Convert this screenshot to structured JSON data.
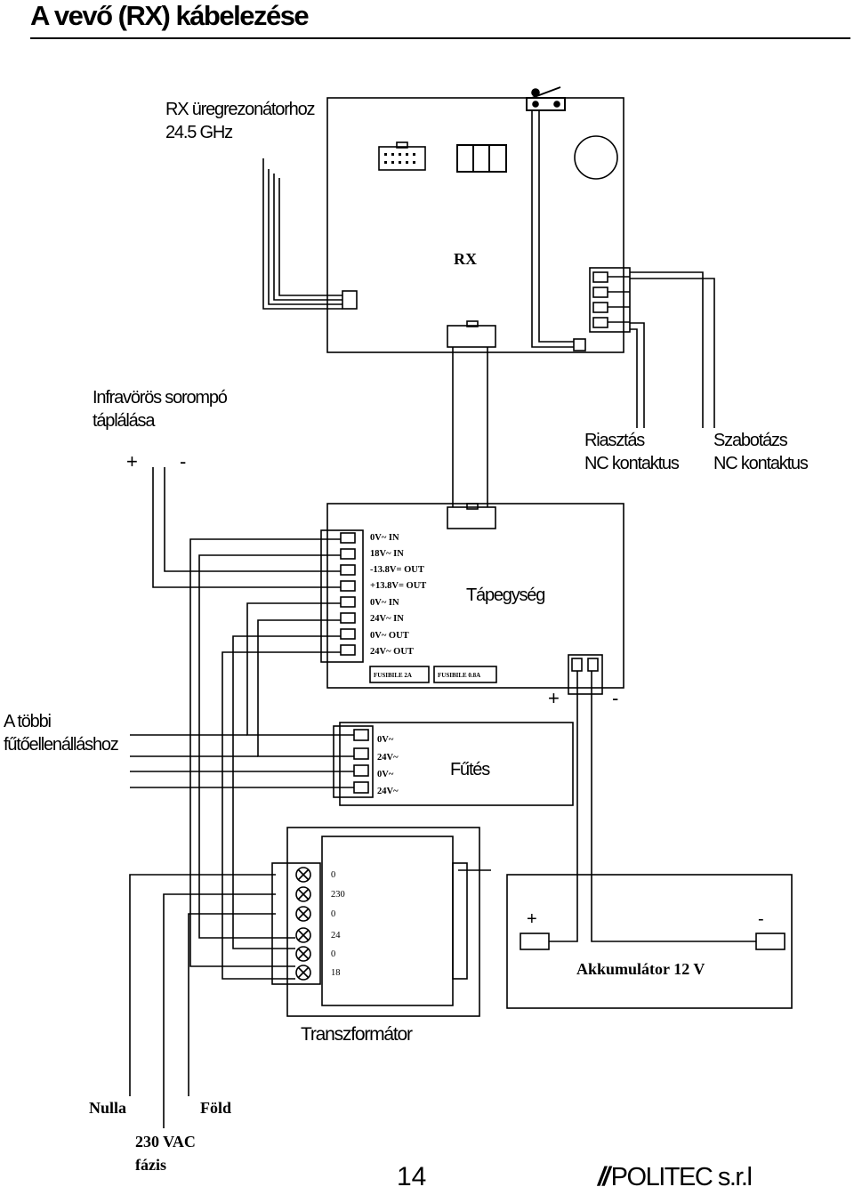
{
  "title": "A vevő (RX) kábelezése",
  "labels": {
    "rx_cavity": [
      "RX üregrezonátorhoz",
      "24.5 GHz"
    ],
    "rx_board": "RX",
    "ir_supply": [
      "Infravörös sorompó",
      "táplálása"
    ],
    "alarm_nc": [
      "Riasztás",
      "NC kontaktus"
    ],
    "tamper_nc": [
      "Szabotázs",
      "NC kontaktus"
    ],
    "power_supply": "Tápegység",
    "other_heaters": [
      "A többi",
      "fűtőellenálláshoz"
    ],
    "heating": "Fűtés",
    "battery": "Akkumulátor 12 V",
    "transformer": "Transzformátor",
    "neutral": "Nulla",
    "ground": "Föld",
    "phase": [
      "230 VAC",
      "fázis"
    ],
    "plus": "+",
    "minus": "-"
  },
  "psu_terminals": [
    "0V~ IN",
    "18V~ IN",
    "-13.8V= OUT",
    "+13.8V= OUT",
    "0V~ IN",
    "24V~ IN",
    "0V~ OUT",
    "24V~ OUT"
  ],
  "psu_fuses": [
    "FUSIBILE 2A",
    "FUSIBILE 0.8A"
  ],
  "heater_terminals": [
    "0V~",
    "24V~",
    "0V~",
    "24V~"
  ],
  "transformer_terminals": [
    "0",
    "230",
    "0",
    "24",
    "0",
    "18"
  ],
  "footer": {
    "page_number": "14",
    "brand_mark": "//",
    "brand_name": "POLITEC s.r.l"
  }
}
